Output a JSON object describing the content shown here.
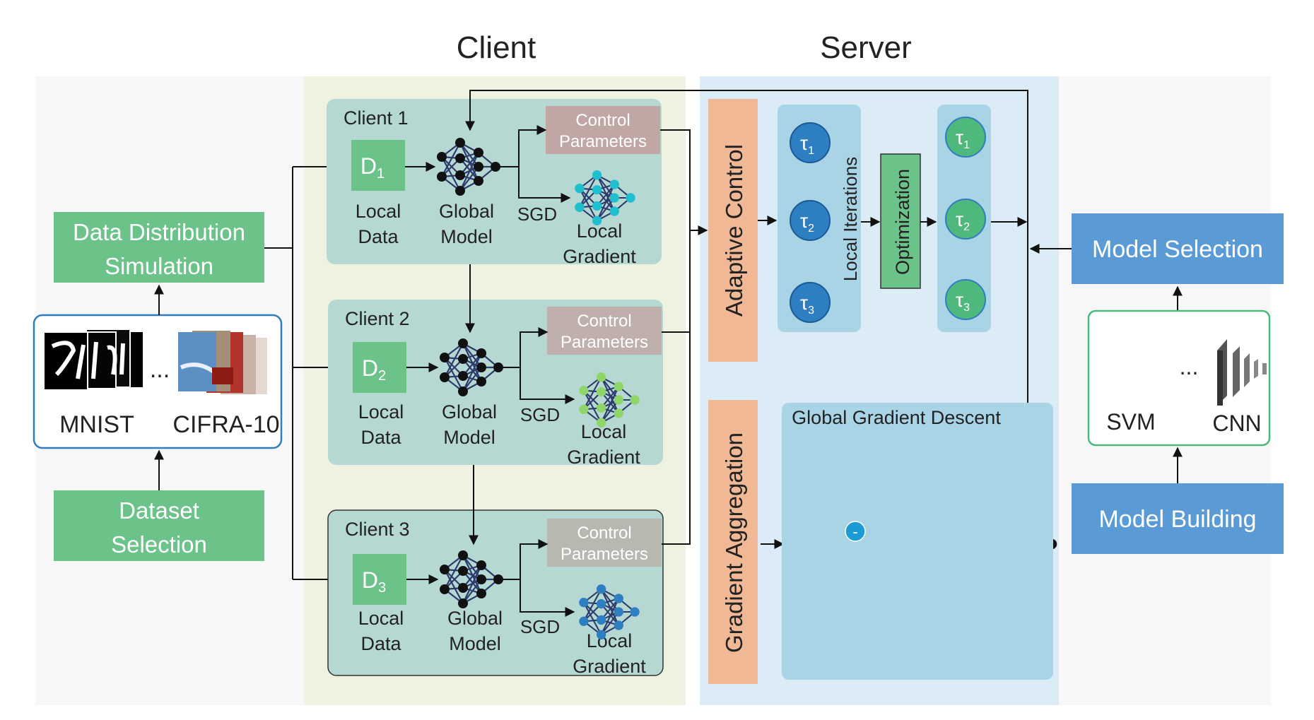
{
  "headings": {
    "client": "Client",
    "server": "Server"
  },
  "left": {
    "data_distribution": [
      "Data Distribution",
      "Simulation"
    ],
    "dataset_selection": [
      "Dataset",
      "Selection"
    ],
    "mnist": "MNIST",
    "ellipsis": "...",
    "cifar": "CIFRA-10"
  },
  "clients": [
    {
      "title": "Client 1",
      "data": "D",
      "sub": "1",
      "control_parameters": [
        "Control",
        "Parameters"
      ],
      "local_data": [
        "Local",
        "Data"
      ],
      "global_model": [
        "Global",
        "Model"
      ],
      "sgd": "SGD",
      "local_gradient": [
        "Local",
        "Gradient"
      ]
    },
    {
      "title": "Client 2",
      "data": "D",
      "sub": "2",
      "control_parameters": [
        "Control",
        "Parameters"
      ],
      "local_data": [
        "Local",
        "Data"
      ],
      "global_model": [
        "Global",
        "Model"
      ],
      "sgd": "SGD",
      "local_gradient": [
        "Local",
        "Gradient"
      ]
    },
    {
      "title": "Client 3",
      "data": "D",
      "sub": "3",
      "control_parameters": [
        "Control",
        "Parameters"
      ],
      "local_data": [
        "Local",
        "Data"
      ],
      "global_model": [
        "Global",
        "Model"
      ],
      "sgd": "SGD",
      "local_gradient": [
        "Local",
        "Gradient"
      ]
    }
  ],
  "server": {
    "adaptive_control": "Adaptive Control",
    "local_iterations": "Local Iterations",
    "optimization": "Optimization",
    "tau": [
      "τ",
      "τ",
      "τ"
    ],
    "tau_subs": [
      "1",
      "2",
      "3"
    ],
    "gradient_aggregation": "Gradient Aggregation",
    "global_gradient_descent": "Global Gradient Descent",
    "minus": "-"
  },
  "right": {
    "model_selection": "Model Selection",
    "model_building": "Model Building",
    "svm": "SVM",
    "ellipsis": "...",
    "cnn": "CNN"
  },
  "colors": {
    "green_box": "#6cc389",
    "blue_box": "#5b9bd5",
    "client_panel": "#eef2e1",
    "server_panel": "#dcecf6",
    "client_box": "#b6d8d3",
    "orange": "#f0b894",
    "control_param": "#c0a7a3",
    "dark_blue_circle": "#2e7ec2",
    "green_circle": "#4fb87d"
  }
}
